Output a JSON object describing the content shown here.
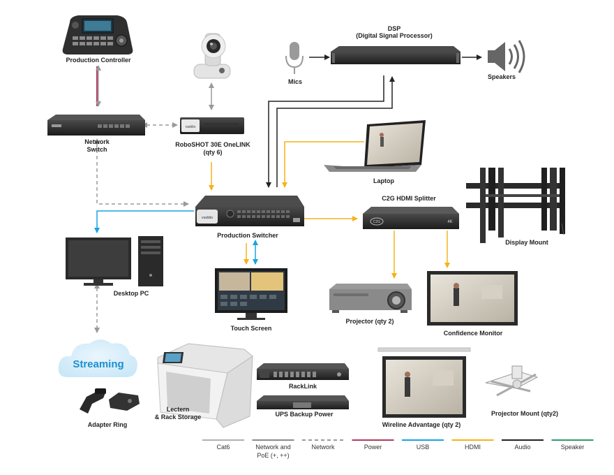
{
  "labels": {
    "production_controller": "Production Controller",
    "dsp_line1": "DSP",
    "dsp_line2": "(Digital Signal Processor)",
    "mics": "Mics",
    "speakers": "Speakers",
    "network_switch_line1": "Network",
    "network_switch_line2": "Switch",
    "roboshot_line1": "RoboSHOT 30E OneLINK",
    "roboshot_line2": "(qty 6)",
    "laptop": "Laptop",
    "c2g_splitter": "C2G HDMI Splitter",
    "display_mount": "Display Mount",
    "production_switcher": "Production Switcher",
    "desktop_pc": "Desktop PC",
    "touch_screen": "Touch Screen",
    "projector": "Projector (qty 2)",
    "confidence_monitor": "Confidence Monitor",
    "streaming": "Streaming",
    "adapter_ring": "Adapter Ring",
    "lectern_line1": "Lectern",
    "lectern_line2": "& Rack Storage",
    "racklink": "RackLink",
    "ups": "UPS Backup Power",
    "wireline": "Wireline Advantage (qty 2)",
    "projector_mount": "Projector Mount (qty2)"
  },
  "legend": [
    {
      "label": "Cat6",
      "label2": "",
      "color": "#b0b0b0",
      "style": "solid"
    },
    {
      "label": "Network and",
      "label2": "PoE (+, ++)",
      "color": "#8a8a8a",
      "style": "solid"
    },
    {
      "label": "Network",
      "label2": "",
      "color": "#9a9a9a",
      "style": "dashed"
    },
    {
      "label": "Power",
      "label2": "",
      "color": "#b03a5b",
      "style": "solid"
    },
    {
      "label": "USB",
      "label2": "",
      "color": "#1aa3e0",
      "style": "solid"
    },
    {
      "label": "HDMI",
      "label2": "",
      "color": "#f6b21a",
      "style": "solid"
    },
    {
      "label": "Audio",
      "label2": "",
      "color": "#222222",
      "style": "solid"
    },
    {
      "label": "Speaker",
      "label2": "",
      "color": "#2e9a6a",
      "style": "solid"
    }
  ],
  "colors": {
    "hdmi": "#f6b21a",
    "usb": "#1aa3e0",
    "network_dashed": "#9a9a9a",
    "network_poe": "#8a8a8a",
    "power": "#b03a5b",
    "audio": "#222222"
  }
}
